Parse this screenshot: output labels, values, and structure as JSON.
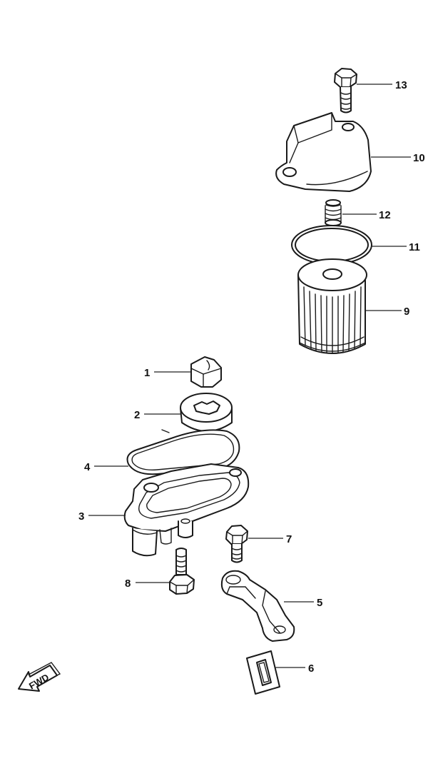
{
  "callouts": [
    {
      "id": "1",
      "label": "1"
    },
    {
      "id": "2",
      "label": "2"
    },
    {
      "id": "3",
      "label": "3"
    },
    {
      "id": "4",
      "label": "4"
    },
    {
      "id": "5",
      "label": "5"
    },
    {
      "id": "6",
      "label": "6"
    },
    {
      "id": "7",
      "label": "7"
    },
    {
      "id": "8",
      "label": "8"
    },
    {
      "id": "9",
      "label": "9"
    },
    {
      "id": "10",
      "label": "10"
    },
    {
      "id": "11",
      "label": "11"
    },
    {
      "id": "12",
      "label": "12"
    },
    {
      "id": "13",
      "label": "13"
    }
  ],
  "fwd_label": "FWD"
}
